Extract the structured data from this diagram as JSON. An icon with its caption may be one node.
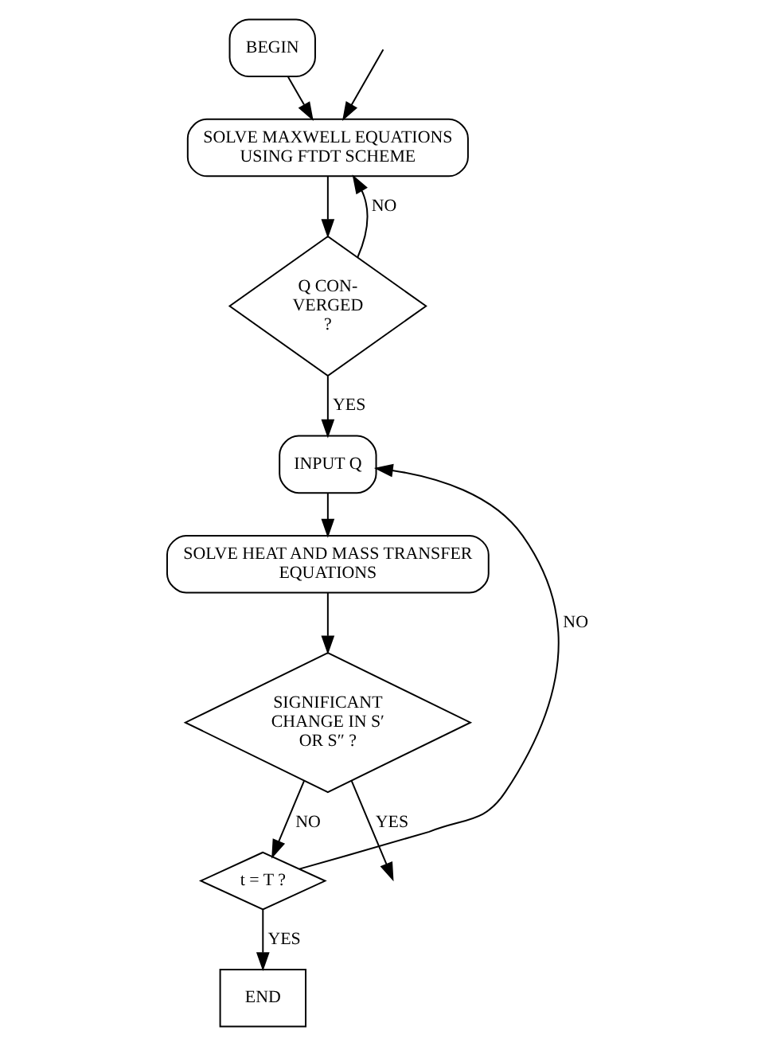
{
  "diagram": {
    "nodes": [
      {
        "text": [
          "BEGIN"
        ]
      },
      {
        "text": [
          "SOLVE MAXWELL EQUATIONS USING FTDT SCHEME"
        ]
      },
      {
        "text": [
          "Q CON- VERGED ?"
        ]
      },
      {
        "text": [
          "INPUT Q"
        ]
      },
      {
        "text": [
          "SOLVE HEAT AND MASS TRANSFER EQUATIONS"
        ]
      },
      {
        "text": [
          "SIGNIFICANT CHANGE IN S′ OR S″ ?"
        ]
      },
      {
        "text": [
          "t = T ?"
        ]
      },
      {
        "text": [
          "END"
        ]
      }
    ],
    "edges": [
      {
        "from": 0,
        "to": 1,
        "arrow": "to"
      },
      {
        "from": null,
        "to": 1,
        "arrow": "to"
      },
      {
        "from": 1,
        "to": 2,
        "arrow": "to"
      },
      {
        "from": 2,
        "to": 1,
        "arrow": "to",
        "label": "NO"
      },
      {
        "from": 2,
        "to": 3,
        "arrow": "to",
        "label": "YES"
      },
      {
        "from": 3,
        "to": 4,
        "arrow": "to"
      },
      {
        "from": 4,
        "to": 5,
        "arrow": "to"
      },
      {
        "from": 5,
        "to": null,
        "arrow": "to",
        "label": "YES"
      },
      {
        "from": 5,
        "to": 6,
        "arrow": "to",
        "label": "NO"
      },
      {
        "from": 6,
        "to": 3,
        "arrow": "to",
        "label": "NO"
      },
      {
        "from": 6,
        "to": 7,
        "arrow": "to",
        "label": "YES"
      }
    ]
  }
}
